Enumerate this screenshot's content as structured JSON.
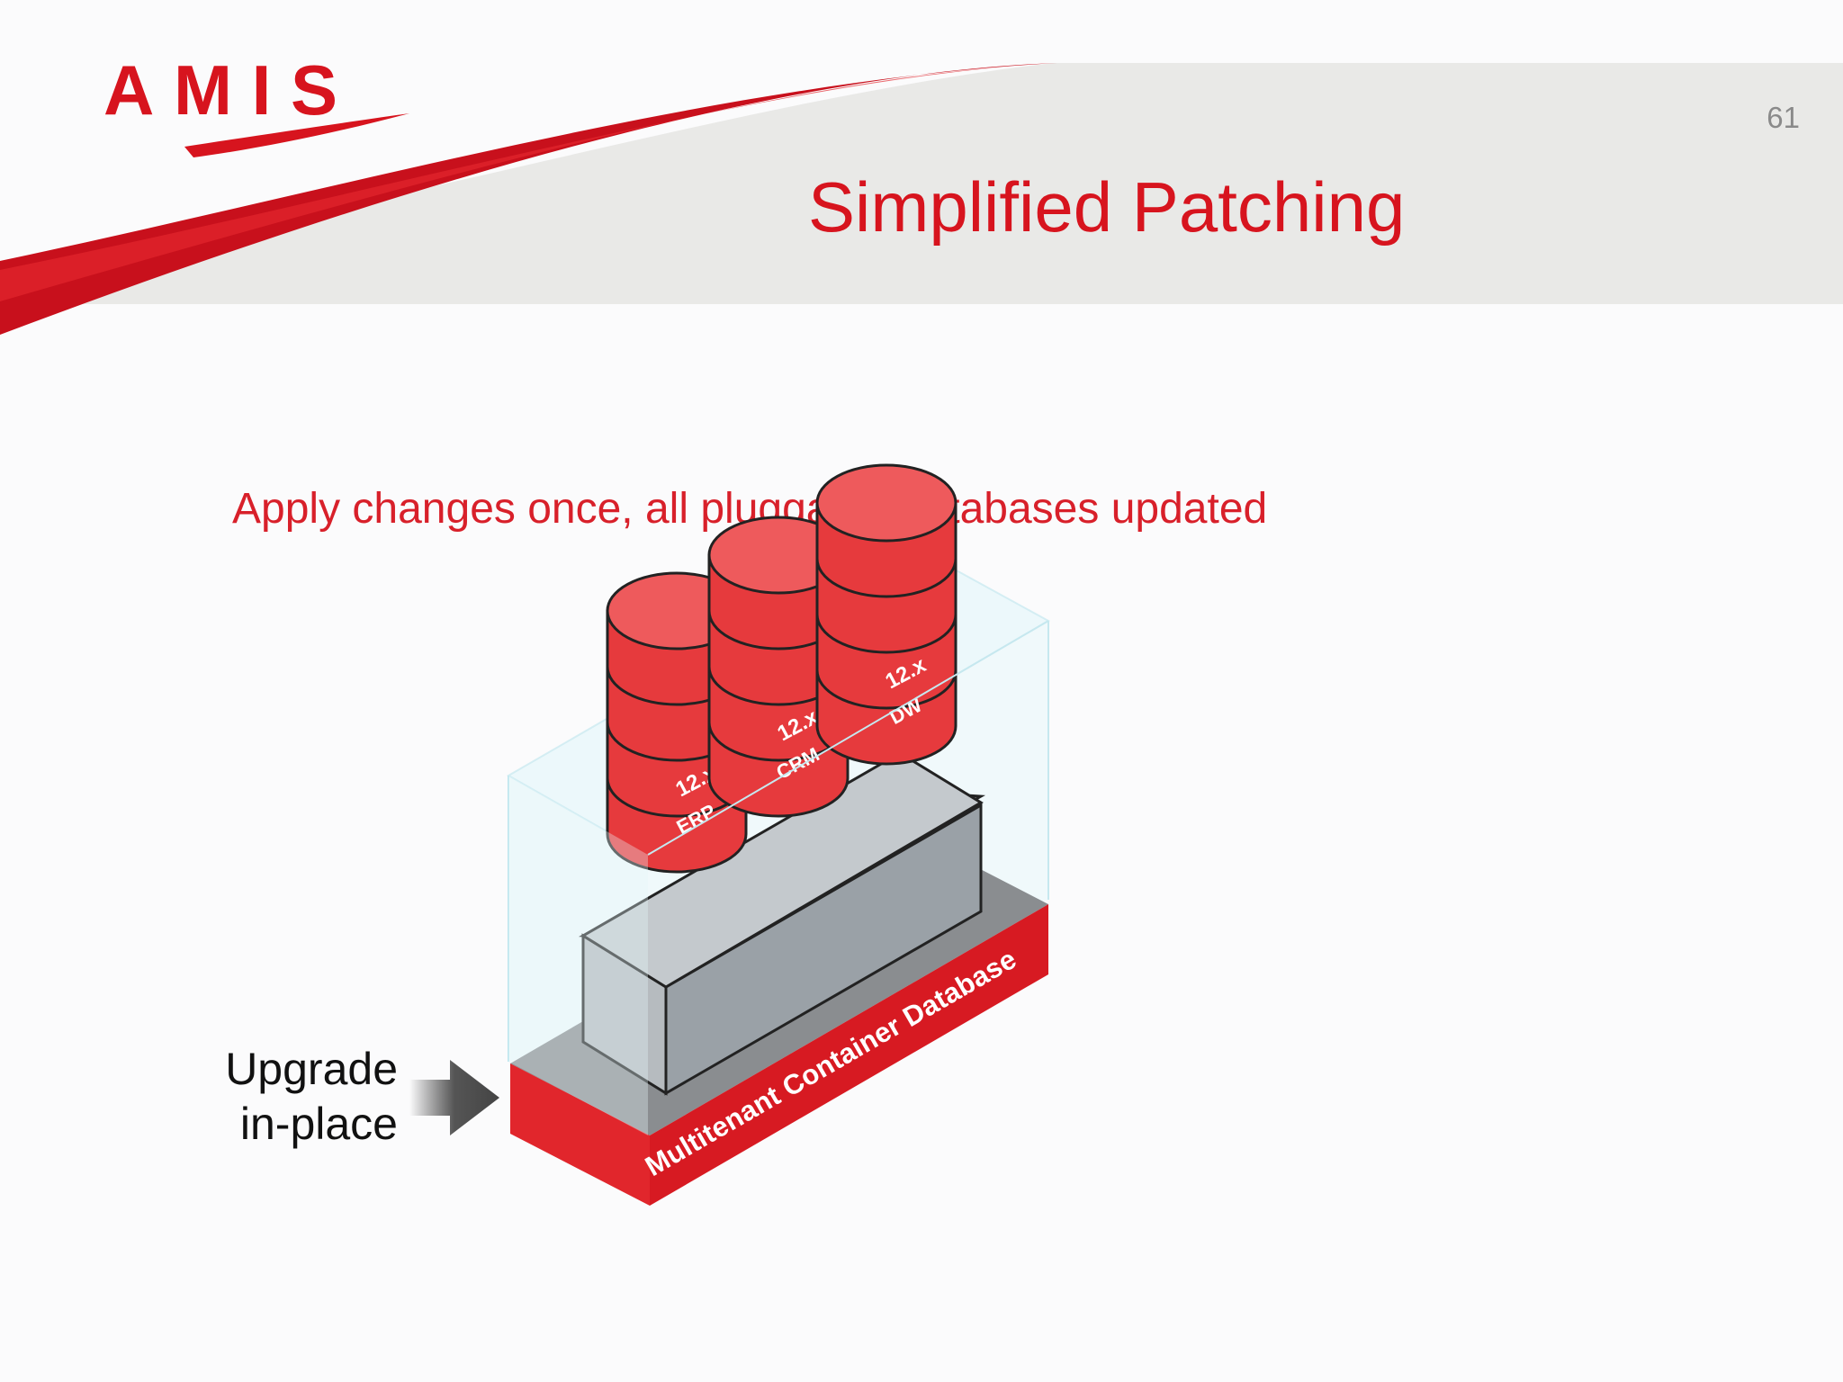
{
  "logo": {
    "text": "AMIS"
  },
  "page_number": "61",
  "title": "Simplified Patching",
  "subtitle": "Apply changes once, all pluggable databases updated",
  "diagram": {
    "container_label": "Multitenant Container Database",
    "upgrade_label": {
      "line1": "Upgrade",
      "line2": "in-place"
    },
    "pluggable_databases": [
      {
        "name": "ERP",
        "version": "12.x"
      },
      {
        "name": "CRM",
        "version": "12.x"
      },
      {
        "name": "DW",
        "version": "12.x"
      }
    ]
  },
  "colors": {
    "brand_red": "#d7141e",
    "cylinder_red": "#e63a3d",
    "cylinder_top": "#ee5a5c",
    "gray_block": "#a7adb3",
    "glass": "#e6f6fa"
  }
}
